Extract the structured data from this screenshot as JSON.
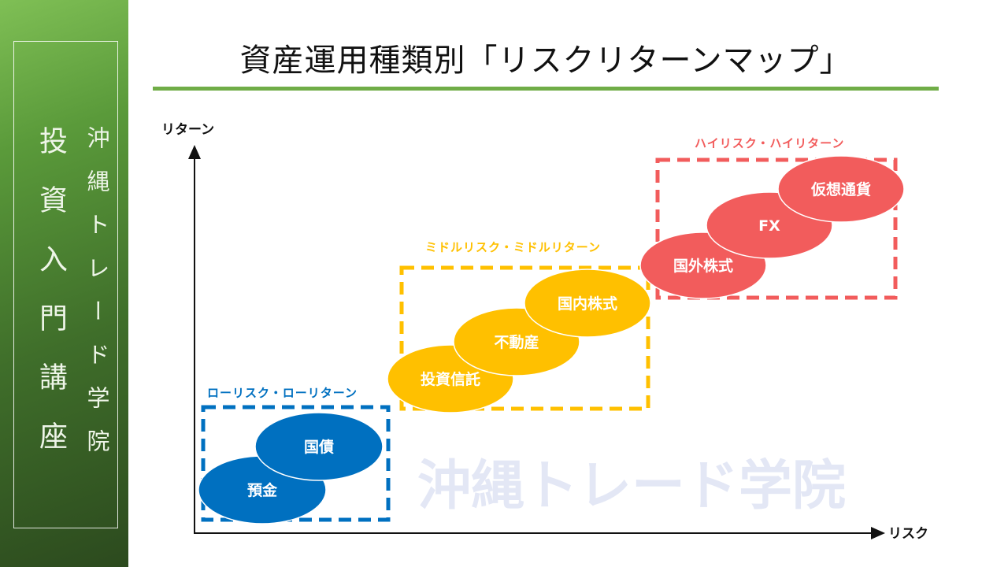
{
  "sidebar": {
    "course": "投資入門講座",
    "school": "沖縄トレード学院"
  },
  "title": "資産運用種類別「リスクリターンマップ」",
  "watermark": "沖縄トレード学院",
  "axes": {
    "y_label": "リターン",
    "x_label": "リスク"
  },
  "colors": {
    "low": "#0070c0",
    "middle": "#ffc000",
    "high": "#f25c5c",
    "accent": "#70ad47"
  },
  "groups": {
    "low": {
      "label": "ローリスク・ローリターン",
      "items": [
        "預金",
        "国債"
      ]
    },
    "middle": {
      "label": "ミドルリスク・ミドルリターン",
      "items": [
        "投資信託",
        "不動産",
        "国内株式"
      ]
    },
    "high": {
      "label": "ハイリスク・ハイリターン",
      "items": [
        "国外株式",
        "FX",
        "仮想通貨"
      ]
    }
  }
}
